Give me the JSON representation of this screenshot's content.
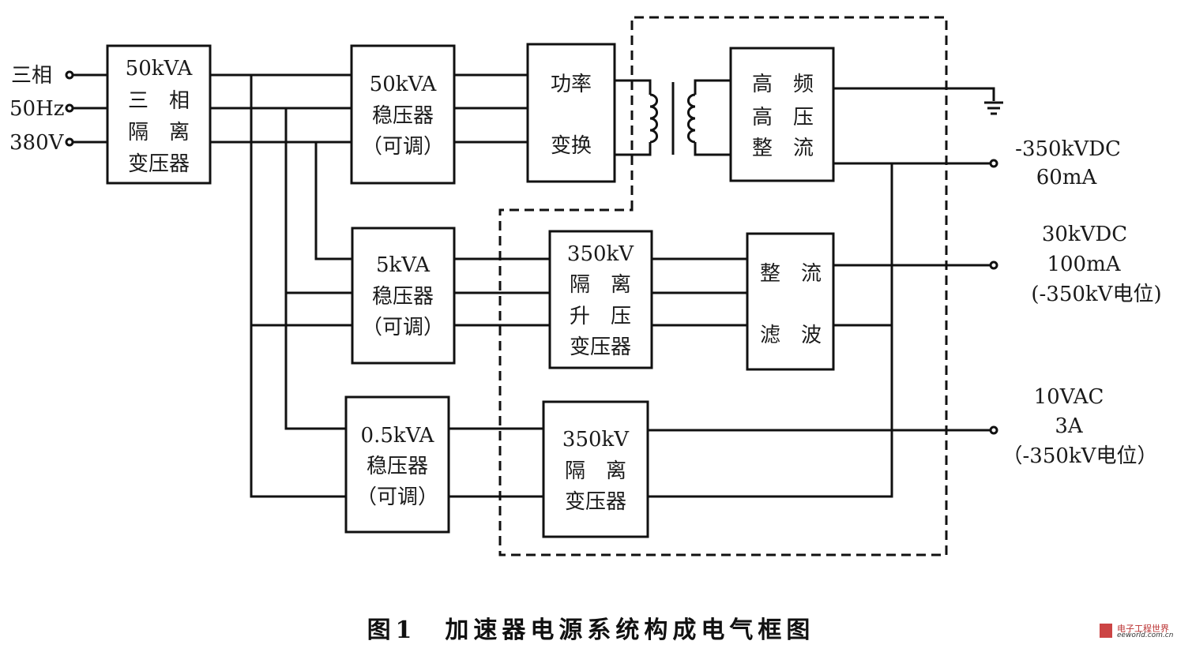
{
  "inputs": {
    "line1": "三相",
    "line2": "50Hz",
    "line3": "380V"
  },
  "blocks": {
    "isolation_main": [
      "50kVA",
      "三　相",
      "隔　离",
      "变压器"
    ],
    "regulator_50": [
      "50kVA",
      "稳压器",
      "（可调）"
    ],
    "power_conv": [
      "功率",
      "变换"
    ],
    "hf_rectifier": [
      "高　频",
      "高　压",
      "整　流"
    ],
    "regulator_5": [
      "5kVA",
      "稳压器",
      "（可调）"
    ],
    "stepup_350": [
      "350kV",
      "隔　离",
      "升　压",
      "变压器"
    ],
    "rect_filter": [
      "整　流",
      "滤　波"
    ],
    "regulator_05": [
      "0.5kVA",
      "稳压器",
      "（可调）"
    ],
    "isolation_350": [
      "350kV",
      "隔　离",
      "变压器"
    ]
  },
  "outputs": {
    "out1": [
      "-350kVDC",
      "60mA"
    ],
    "out2": [
      "30kVDC",
      "100mA",
      "(-350kV电位)"
    ],
    "out3": [
      "10VAC",
      "3A",
      "（-350kV电位）"
    ]
  },
  "caption": "图1　加速器电源系统构成电气框图",
  "watermark": {
    "name": "电子工程世界",
    "url": "eeworld.com.cn"
  }
}
